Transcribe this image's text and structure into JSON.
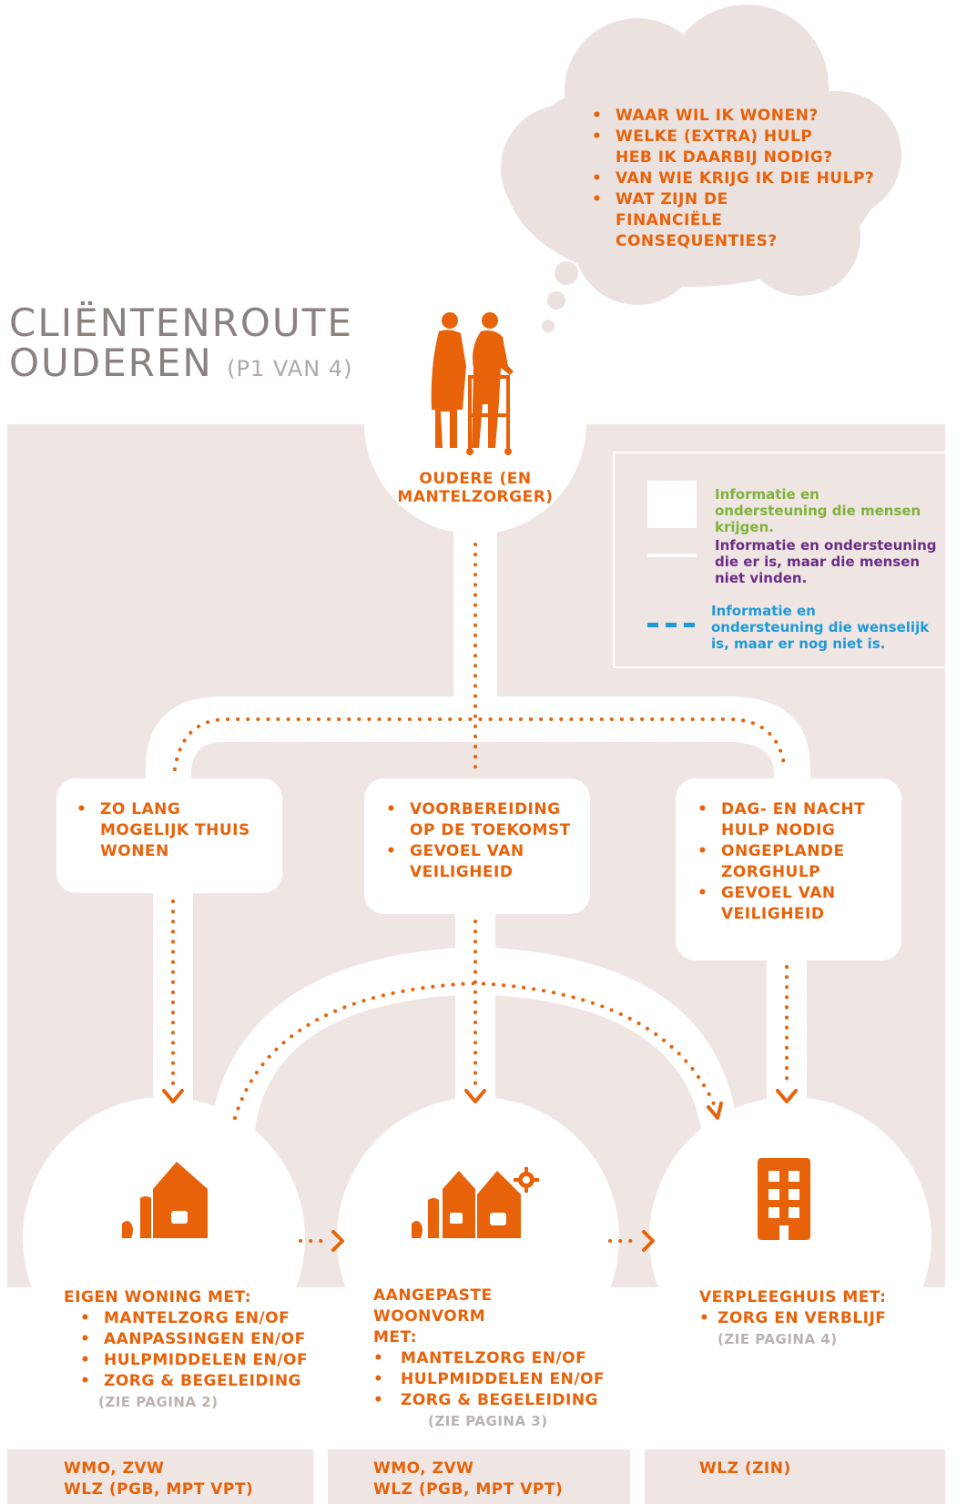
{
  "title": {
    "line1": "CLIËNTENROUTE",
    "line2": "OUDEREN",
    "page": "(P1 VAN 4)"
  },
  "thought_cloud": {
    "items": [
      "WAAR WIL IK WONEN?",
      "WELKE (EXTRA) HULP HEB IK DAARBIJ NODIG?",
      "VAN WIE KRIJG IK DIE HULP?",
      "WAT ZIJN DE FINANCIËLE CONSEQUENTIES?"
    ]
  },
  "person": {
    "label": "OUDERE (EN MANTELZORGER)"
  },
  "legend": {
    "received": {
      "text": "Informatie en ondersteuning die mensen krijgen.",
      "color": "#7fb23a"
    },
    "exists_not_found": {
      "text": "Informatie en ondersteuning die er is, maar die mensen niet vinden.",
      "color": "#6a2d86"
    },
    "desired": {
      "text": "Informatie en ondersteuning die wenselijk is, maar er nog niet is.",
      "color": "#1e9ad6"
    }
  },
  "needs": [
    {
      "items": [
        "ZO LANG MOGELIJK THUIS WONEN"
      ]
    },
    {
      "items": [
        "VOORBEREIDING OP DE TOEKOMST",
        "GEVOEL VAN VEILIGHEID"
      ]
    },
    {
      "items": [
        "DAG- EN NACHT HULP NODIG",
        "ONGEPLANDE ZORGHULP",
        "GEVOEL VAN VEILIGHEID"
      ]
    }
  ],
  "destinations": [
    {
      "title": "EIGEN WONING MET:",
      "items": [
        "MANTELZORG EN/OF",
        "AANPASSINGEN EN/OF",
        "HULPMIDDELEN EN/OF",
        "ZORG & BEGELEIDING"
      ],
      "ref": "(ZIE PAGINA 2)",
      "icon": "house-icon"
    },
    {
      "title": "AANGEPASTE WOONVORM MET:",
      "items": [
        "MANTELZORG EN/OF",
        "HULPMIDDELEN EN/OF",
        "ZORG & BEGELEIDING"
      ],
      "ref": "(ZIE PAGINA 3)",
      "icon": "adapted-houses-icon"
    },
    {
      "title": "VERPLEEGHUIS MET:",
      "items": [
        "ZORG EN VERBLIJF"
      ],
      "ref": "(ZIE PAGINA 4)",
      "icon": "nursing-home-icon"
    }
  ],
  "footer": [
    {
      "line1": "WMO, ZVW",
      "line2": "WLZ (PGB, MPT VPT)"
    },
    {
      "line1": "WMO, ZVW",
      "line2": "WLZ (PGB, MPT VPT)"
    },
    {
      "line1": "WLZ (ZIN)",
      "line2": ""
    }
  ],
  "colors": {
    "accent": "#e8620a",
    "panel": "#efe6e3",
    "cloud": "#ebe1de",
    "title": "#8a8280"
  }
}
